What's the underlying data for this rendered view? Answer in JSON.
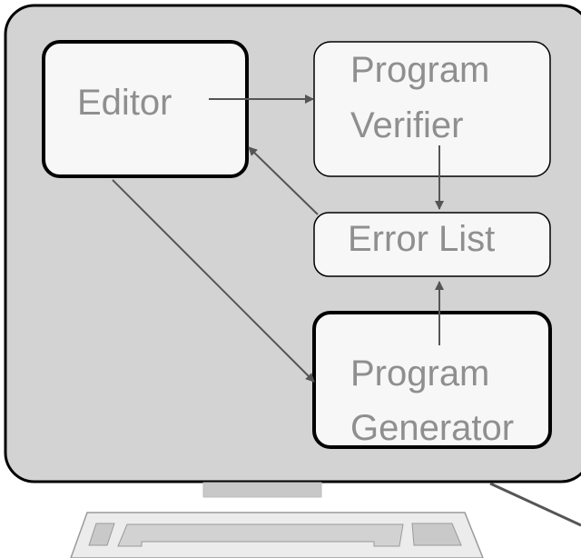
{
  "diagram": {
    "nodes": {
      "editor": {
        "label": "Editor"
      },
      "program_verifier": {
        "lines": [
          "Program",
          "Verifier"
        ]
      },
      "error_list": {
        "label": "Error List"
      },
      "program_generator": {
        "lines": [
          "Program",
          "Generator"
        ]
      }
    },
    "edges": [
      {
        "from": "Editor",
        "to": "Program Verifier"
      },
      {
        "from": "Program Verifier",
        "to": "Error List"
      },
      {
        "from": "Error List",
        "to": "Editor"
      },
      {
        "from": "Editor",
        "to": "Program Generator"
      },
      {
        "from": "Program Generator",
        "to": "Error List"
      }
    ]
  },
  "colors": {
    "monitor_fill": "#d3d3d3",
    "box_fill": "#f7f7f7",
    "stroke": "#000000",
    "label": "#8f8f8f",
    "arrow": "#555555"
  }
}
